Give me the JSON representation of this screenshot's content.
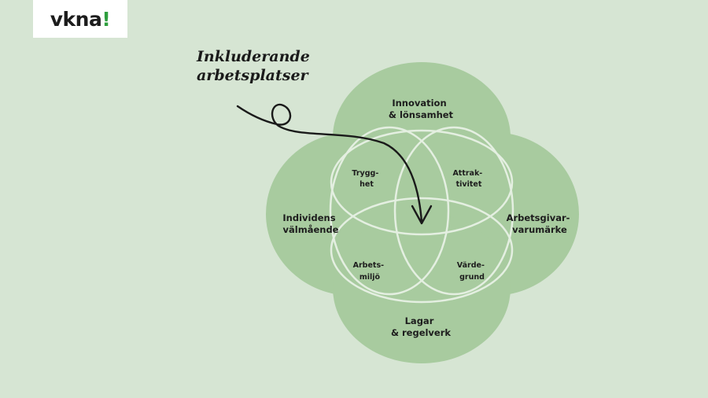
{
  "logo": {
    "text": "vkna",
    "mark": "!"
  },
  "annotation": {
    "line1": "Inkluderande",
    "line2": "arbetsplatser"
  },
  "circles": {
    "top": [
      "Innovation",
      "& lönsamhet"
    ],
    "left": [
      "Individens",
      "välmående"
    ],
    "right": [
      "Arbetsgivar-",
      "varumärke"
    ],
    "bottom": [
      "Lagar",
      "& regelverk"
    ]
  },
  "overlaps": {
    "top_left": [
      "Trygg-",
      "het"
    ],
    "top_right": [
      "Attrak-",
      "tivitet"
    ],
    "bottom_left": [
      "Arbets-",
      "miljö"
    ],
    "bottom_right": [
      "Värde-",
      "grund"
    ]
  },
  "colors": {
    "background": "#d6e5d3",
    "blob": "#a8cb9f",
    "outline": "#e4efe1",
    "logo_accent": "#2e9e3e"
  }
}
